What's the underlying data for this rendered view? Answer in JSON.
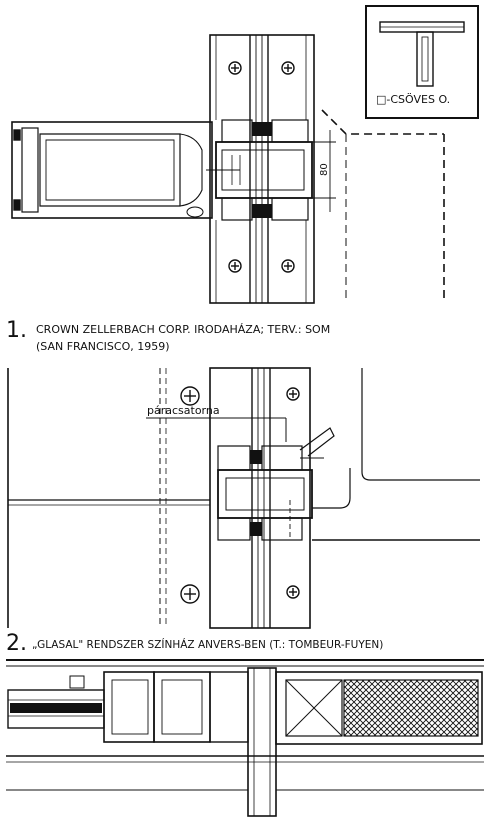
{
  "inset": {
    "label": "□-CSÖVES O."
  },
  "dimension": {
    "value": "80"
  },
  "figure1": {
    "number": "1.",
    "caption_line1": "CROWN ZELLERBACH CORP. IRODAHÁZA; TERV.: SOM",
    "caption_line2": "(SAN FRANCISCO, 1959)"
  },
  "figure2": {
    "number": "2.",
    "callout": "páracsatorna",
    "caption": "„GLASAL\" RENDSZER  SZÍNHÁZ ANVERS-BEN (T.: TOMBEUR-FUYEN)"
  }
}
